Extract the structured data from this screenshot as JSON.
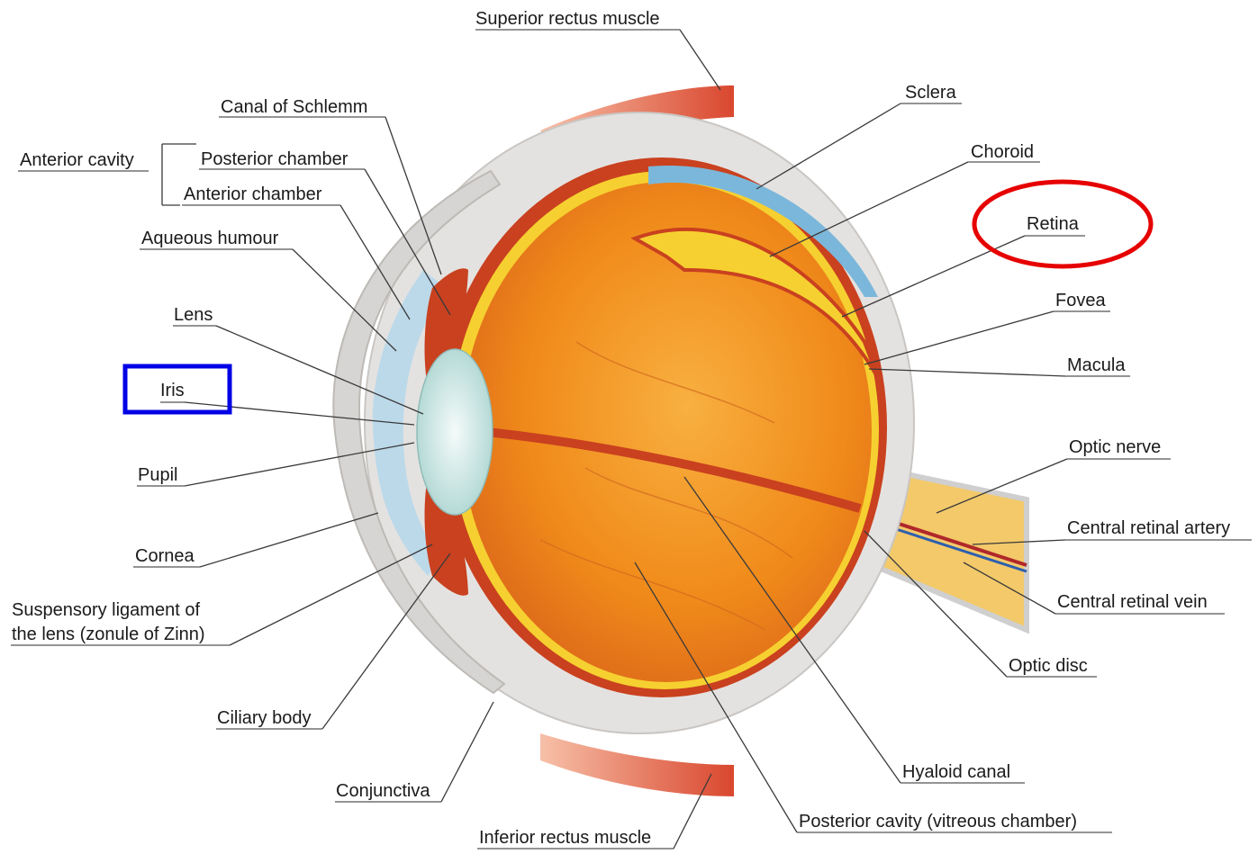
{
  "labels": {
    "superior_rectus": "Superior rectus muscle",
    "sclera": "Sclera",
    "canal_of_schlemm": "Canal of Schlemm",
    "choroid": "Choroid",
    "anterior_cavity": "Anterior cavity",
    "posterior_chamber": "Posterior chamber",
    "anterior_chamber": "Anterior chamber",
    "retina": "Retina",
    "aqueous_humour": "Aqueous humour",
    "fovea": "Fovea",
    "lens": "Lens",
    "macula": "Macula",
    "iris": "Iris",
    "optic_nerve": "Optic nerve",
    "pupil": "Pupil",
    "central_retinal_artery": "Central retinal artery",
    "cornea": "Cornea",
    "central_retinal_vein": "Central retinal vein",
    "suspensory_ligament_line1": "Suspensory ligament of",
    "suspensory_ligament_line2": "the lens (zonule of Zinn)",
    "optic_disc": "Optic disc",
    "ciliary_body": "Ciliary body",
    "hyaloid_canal": "Hyaloid canal",
    "conjunctiva": "Conjunctiva",
    "posterior_cavity": "Posterior cavity (vitreous chamber)",
    "inferior_rectus": "Inferior rectus muscle"
  },
  "highlights": {
    "retina_ellipse_color": "#e60000",
    "iris_box_color": "#0000e6"
  },
  "colors": {
    "vitreous_orange": "#f08a1a",
    "sclera_grey": "#e4e2e0",
    "muscle_red": "#d9472e",
    "retina_yellow": "#f6d030",
    "cornea_blue": "#bcd9ea"
  }
}
